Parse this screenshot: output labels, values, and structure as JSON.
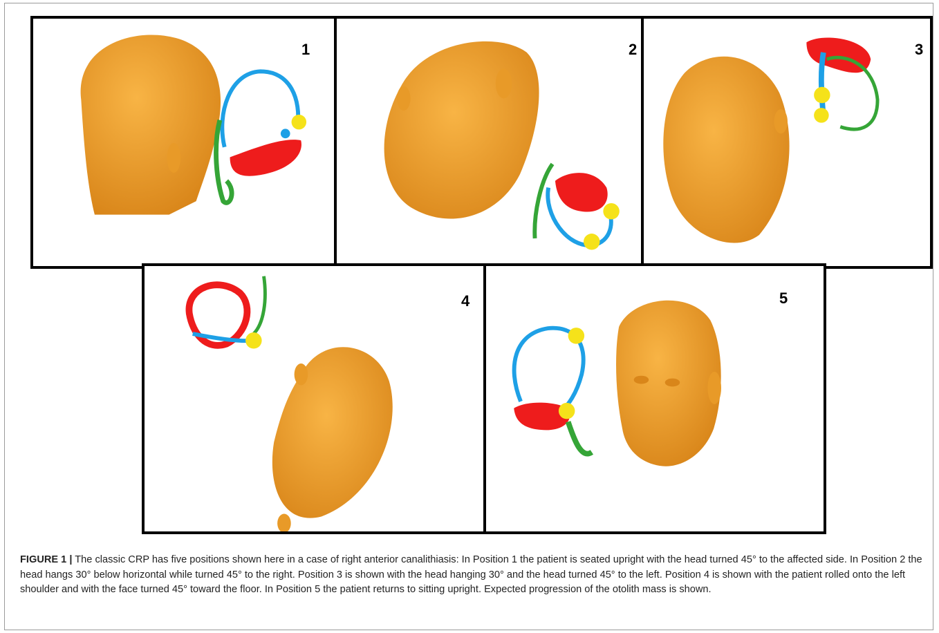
{
  "panels": [
    {
      "id": "p1",
      "number": "1"
    },
    {
      "id": "p2",
      "number": "2"
    },
    {
      "id": "p3",
      "number": "3"
    },
    {
      "id": "p4",
      "number": "4"
    },
    {
      "id": "p5",
      "number": "5"
    }
  ],
  "caption": {
    "label": "FIGURE 1 |",
    "text": "The classic CRP has five positions shown here in a case of right anterior canalithiasis: In Position 1 the patient is seated upright with the head turned 45° to the affected side. In Position 2 the head hangs 30° below horizontal while turned 45° to the right. Position 3 is shown with the head hanging 30° and the head turned 45° to the left. Position 4 is shown with the patient rolled onto the left shoulder and with the face turned 45° toward the floor. In Position 5 the patient returns to sitting upright. Expected progression of the otolith mass is shown."
  },
  "colors": {
    "head": "#f2a22e",
    "head_shade": "#d9861a",
    "canal_blue": "#1ea0e6",
    "canal_red": "#ee1c1c",
    "canal_green": "#35a537",
    "otolith": "#f5e21a"
  }
}
